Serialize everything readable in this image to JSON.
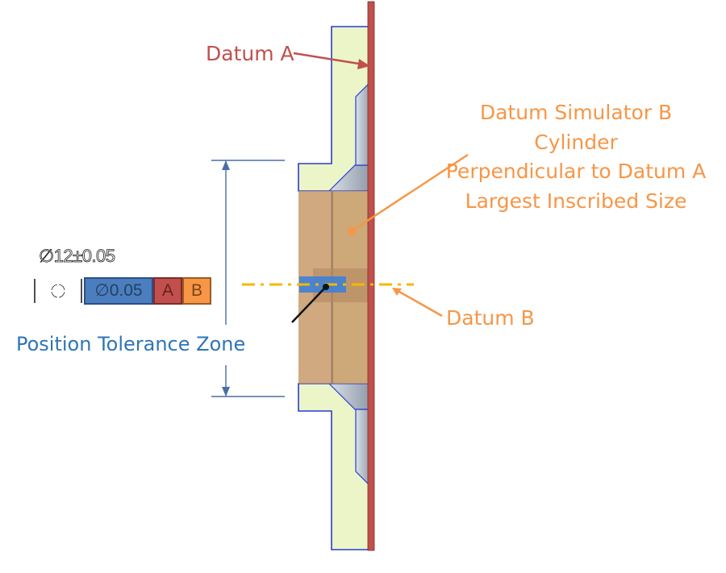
{
  "labels": {
    "datum_a": "Datum A",
    "datum_b": "Datum B",
    "simulator_lines": [
      "Datum Simulator B",
      "Cylinder",
      "Perpendicular to Datum A",
      "Largest Inscribed Size"
    ],
    "position_zone": "Position Tolerance Zone"
  },
  "dimension": {
    "text": "∅12±0.05"
  },
  "feature_control_frame": {
    "symbol": "position-icon",
    "tolerance": "∅0.05",
    "primary_datum": "A",
    "secondary_datum": "B"
  },
  "colors": {
    "datum_a": "#c0504d",
    "datum_b": "#f79646",
    "part_fill": "#ebf5c8",
    "part_outline": "#2b3bd0",
    "dimension": "#4a6fa5",
    "simulator": "#c8a070",
    "datum_b_axis": "#f5b800",
    "zone": "#2e75b6"
  }
}
